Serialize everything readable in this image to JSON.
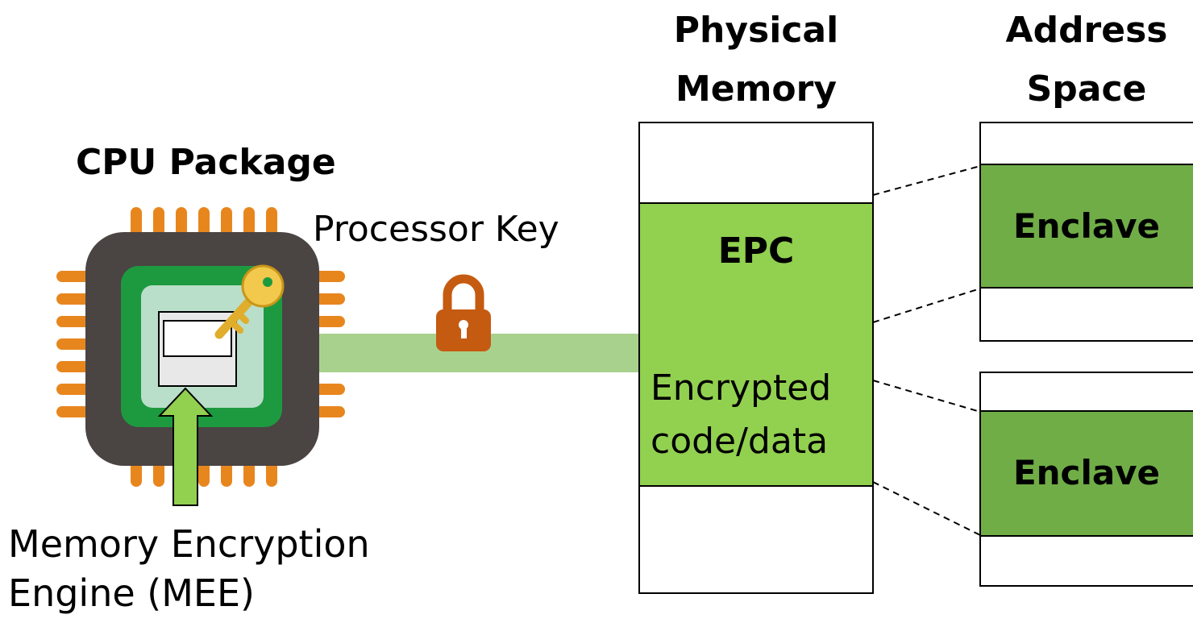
{
  "cpu": {
    "title": "CPU Package",
    "mee_label_line1": "Memory Encryption",
    "mee_label_line2": "Engine (MEE)"
  },
  "link": {
    "key_label": "Processor Key"
  },
  "physical_memory": {
    "heading_line1": "Physical",
    "heading_line2": "Memory",
    "epc_label": "EPC",
    "encrypted_line1": "Encrypted",
    "encrypted_line2": "code/data"
  },
  "address_space": {
    "heading_line1": "Address",
    "heading_line2": "Space",
    "enclaves": [
      {
        "label": "Enclave"
      },
      {
        "label": "Enclave"
      }
    ]
  },
  "colors": {
    "chip_body": "#4a4443",
    "chip_pins": "#e8861e",
    "chip_die_ring": "#1d9a3f",
    "chip_die": "#b9dec9",
    "bus": "#a9d18e",
    "epc_fill": "#92d050",
    "enclave_fill": "#70ad47",
    "lock": "#c55a11",
    "key": "#f2c94c",
    "arrow": "#92d050"
  }
}
